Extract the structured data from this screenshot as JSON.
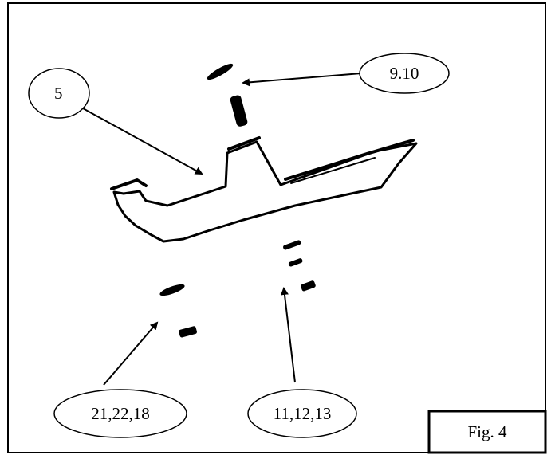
{
  "callouts": {
    "part_5": "5",
    "part_9_10": "9.10",
    "part_21_22_18": "21,22,18",
    "part_11_12_13": "11,12,13"
  },
  "figure_label": "Fig. 4",
  "colors": {
    "ink": "#000000",
    "paper": "#ffffff"
  }
}
